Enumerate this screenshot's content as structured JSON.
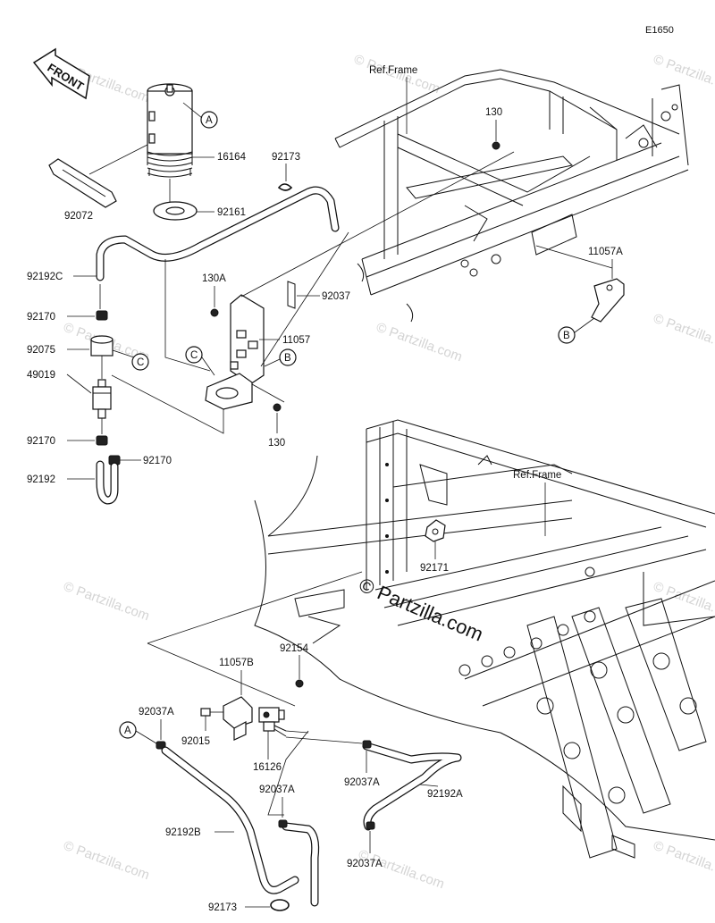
{
  "diagram": {
    "code": "E1650",
    "front_label": "FRONT",
    "watermark": "© Partzilla.com",
    "watermark_center": "© Partzilla.com",
    "ref_frames": [
      "Ref.Frame",
      "Ref.Frame"
    ],
    "callout_letters": {
      "a_top": "A",
      "b_right": "B",
      "b_bracket": "B",
      "c_mid": "C",
      "c_bracket": "C",
      "a_bottom": "A"
    },
    "parts": {
      "p16164": "16164",
      "p92072": "92072",
      "p92161": "92161",
      "p92173_top": "92173",
      "p130_top": "130",
      "p92192C": "92192C",
      "p130A": "130A",
      "p92037": "92037",
      "p92170_a": "92170",
      "p11057": "11057",
      "p92075": "92075",
      "p11057A": "11057A",
      "p49019": "49019",
      "p130_bottom": "130",
      "p92170_b": "92170",
      "p92170_c": "92170",
      "p92192": "92192",
      "p92171": "92171",
      "p92154": "92154",
      "p11057B": "11057B",
      "p92037A_a": "92037A",
      "p92015": "92015",
      "p16126": "16126",
      "p92037A_b": "92037A",
      "p92037A_c": "92037A",
      "p92192A": "92192A",
      "p92192B": "92192B",
      "p92037A_d": "92037A",
      "p92173_bottom": "92173"
    }
  }
}
